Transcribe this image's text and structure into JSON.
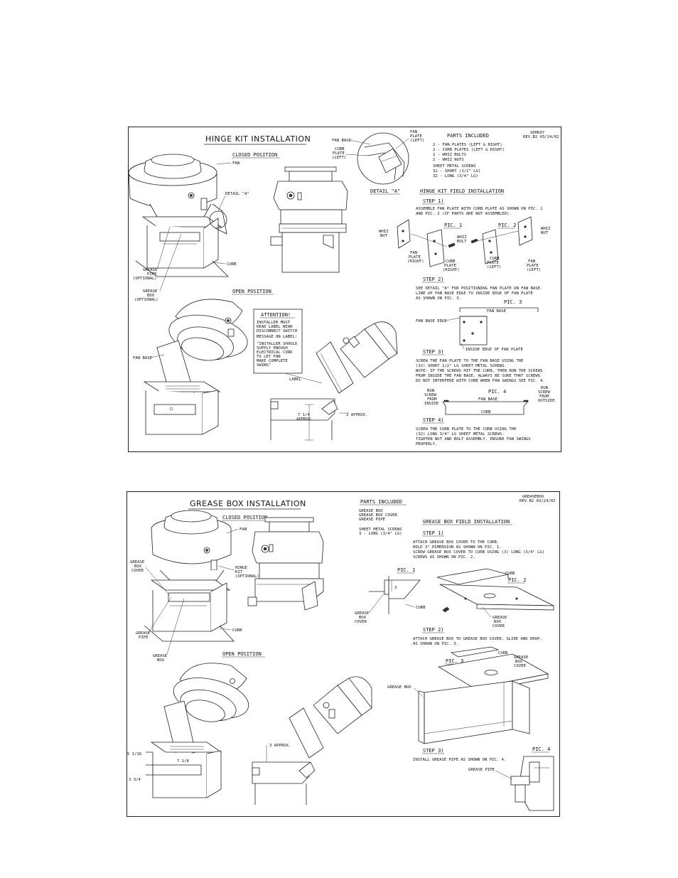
{
  "sheet1": {
    "title": "HINGE KIT INSTALLATION",
    "doc_code": "SDHK07",
    "rev": "REV.B2 03/24/02",
    "closed_position": "CLOSED POSITION",
    "open_position": "OPEN POSITION",
    "labels": {
      "fan": "FAN",
      "detail_a": "DETAIL \"A\"",
      "curb": "CURB",
      "grease_pipe": [
        "GREASE",
        "PIPE",
        "(OPTIONAL)"
      ],
      "grease_box": [
        "GREASE",
        "BOX",
        "(OPTIONAL)"
      ],
      "fan_base": "FAN BASE",
      "label": "LABEL",
      "dim_7_1_4": "7 1/4",
      "approx": "APPROX.",
      "dim_2_approx": "2 APPROX.",
      "detail_fan_base": "FAN BASE",
      "curb_plate_left": [
        "CURB",
        "PLATE",
        "(LEFT)"
      ],
      "fan_plate_left": [
        "FAN",
        "PLATE",
        "(LEFT)"
      ],
      "detail_a_caption": "DETAIL \"A\""
    },
    "attention": {
      "heading": "ATTENTION!",
      "lines": [
        "INSTALLER MUST",
        "READ LABEL NEAR",
        "DISCONNECT SWITCH",
        "MESSAGE ON LABEL:",
        "\"INSTALLER SHOULD",
        "SUPPLY ENOUGH",
        "ELECTRICAL CORD",
        "TO LET FAN",
        "MAKE COMPLETE",
        "SWING\""
      ]
    },
    "parts_included": {
      "heading": "PARTS INCLUDED",
      "items": [
        "2 - FAN PLATES (LEFT & RIGHT)",
        "2 - CURB PLATES (LEFT & RIGHT)",
        "2 - WHIZ BOLTS",
        "2 - WHIZ NUTS",
        "SHEET METAL SCREWS",
        "32 - SHORT (1/2\" LG)",
        "32 - LONG (3/4\" LG)"
      ]
    },
    "field_install": "HINGE KIT FIELD INSTALLATION",
    "step1": {
      "heading": "STEP 1)",
      "lines": [
        "ASSEMBLE FAN PLATE WITH CURB PLATE AS SHOWN ON PIC. 1",
        "AND PIC. 2 (IF PARTS ARE NOT ASSEMBLED)."
      ]
    },
    "pic1": {
      "title": "PIC. 1",
      "whiz_nut": [
        "WHIZ",
        "NUT"
      ],
      "whiz_bolt": [
        "WHIZ",
        "BOLT"
      ],
      "fan_plate_right": [
        "FAN",
        "PLATE",
        "(RIGHT)"
      ],
      "curb_plate_right": [
        "CURB",
        "PLATE",
        "(RIGHT)"
      ]
    },
    "pic2": {
      "title": "PIC. 2",
      "whiz_nut": [
        "WHIZ",
        "NUT"
      ],
      "curb_plate_left": [
        "CURB",
        "PLATE",
        "(LEFT)"
      ],
      "fan_plate_left": [
        "FAN",
        "PLATE",
        "(LEFT)"
      ]
    },
    "step2": {
      "heading": "STEP 2)",
      "lines": [
        "SEE DETAIL \"A\" FOR POSITIONING FAN PLATE ON FAN BASE.",
        "LINE UP FAN BASE EDGE TO INSIDE EDGE OF FAN PLATE",
        "AS SHOWN ON PIC. 3."
      ]
    },
    "pic3": {
      "title": "PIC. 3",
      "fan_base": "FAN BASE",
      "fan_base_edge": "FAN BASE EDGE",
      "inside_edge": "INSIDE EDGE OF FAN PLATE"
    },
    "step3": {
      "heading": "STEP 3)",
      "lines": [
        "SCREW THE FAN PLATE TO THE FAN BASE USING THE",
        "(32) SHORT 1/2\" LG SHEET METAL SCREWS.",
        "NOTE: IF THE SCREWS HIT THE CURB, THEN RUN THE SCREWS",
        "FROM INSIDE THE FAN BASE. ALWAYS BE SURE THAT SCREWS",
        "DO NOT INTERFERE WITH CURB WHEN FAN SWINGS SEE PIC. 4."
      ]
    },
    "pic4": {
      "title": "PIC. 4",
      "fan_base": "FAN BASE",
      "curb": "CURB",
      "run_screw_inside": [
        "RUN",
        "SCREW",
        "FROM",
        "INSIDE"
      ],
      "run_screw_outside": [
        "RUN",
        "SCREW",
        "FROM",
        "OUTSIDE"
      ]
    },
    "step4": {
      "heading": "STEP 4)",
      "lines": [
        "SCREW THE CURB PLATE TO THE CURB USING THE",
        "(32) LONG 3/4\" LG SHEET METAL SCREWS.",
        "TIGHTEN NUT AND BOLT ASSEMBLY. ENSURE FAN SWINGS",
        "PROPERLY."
      ]
    }
  },
  "sheet2": {
    "title": "GREASE BOX INSTALLATION",
    "doc_code": "GREASEBOX",
    "rev": "REV.B2 03/24/02",
    "closed_position": "CLOSED POSITION",
    "open_position": "OPEN POSITION",
    "labels": {
      "fan": "FAN",
      "grease_box_cover": [
        "GREASE",
        "BOX",
        "COVER"
      ],
      "hinge_kit": [
        "HINGE",
        "KIT",
        "(OPTIONAL)"
      ],
      "curb": "CURB",
      "grease_pipe": [
        "GREASE",
        "PIPE"
      ],
      "grease_box": [
        "GREASE",
        "BOX"
      ],
      "dim_5_1_16": "5 1/16",
      "dim_7_1_8": "7 1/8",
      "dim_3_3_4": "3 3/4",
      "dim_3_approx": "3 APPROX."
    },
    "parts_included": {
      "heading": "PARTS INCLUDED",
      "items": [
        "GREASE BOX",
        "GREASE BOX COVER",
        "GREASE PIPE",
        "",
        "SHEET METAL SCREWS",
        "3 - LONG (3/4\" LG)"
      ]
    },
    "field_install": "GREASE BOX FIELD INSTALLATION",
    "step1": {
      "heading": "STEP 1)",
      "lines": [
        "ATTACH GREASE BOX COVER TO THE CURB.",
        "HOLD 3\" DIMENSION AS SHOWN ON PIC. 1.",
        "SCREW GREASE BOX COVER TO CURB USING (3) LONG (3/4\" LG)",
        "SCREWS AS SHOWN ON PIC. 2."
      ]
    },
    "pic1": {
      "title": "PIC. 1",
      "dim_3": "3",
      "curb": "CURB",
      "grease_box_cover": [
        "GREASE",
        "BOX",
        "COVER"
      ]
    },
    "pic2": {
      "title": "PIC. 2",
      "curb": "CURB",
      "grease_box_cover": [
        "GREASE",
        "BOX",
        "COVER"
      ]
    },
    "step2": {
      "heading": "STEP 2)",
      "lines": [
        "ATTACH GREASE BOX TO GREASE BOX COVER, SLIDE AND DROP,",
        "AS SHOWN ON PIC. 3."
      ]
    },
    "pic3": {
      "title": "PIC. 3",
      "curb": "CURB",
      "grease_box_cover": [
        "GREASE",
        "BOX",
        "COVER"
      ],
      "grease_box": "GREASE BOX"
    },
    "step3": {
      "heading": "STEP 3)",
      "lines": [
        "INSTALL GREASE PIPE AS SHOWN ON PIC. 4."
      ]
    },
    "pic4": {
      "title": "PIC. 4",
      "grease_pipe": "GREASE PIPE"
    }
  }
}
